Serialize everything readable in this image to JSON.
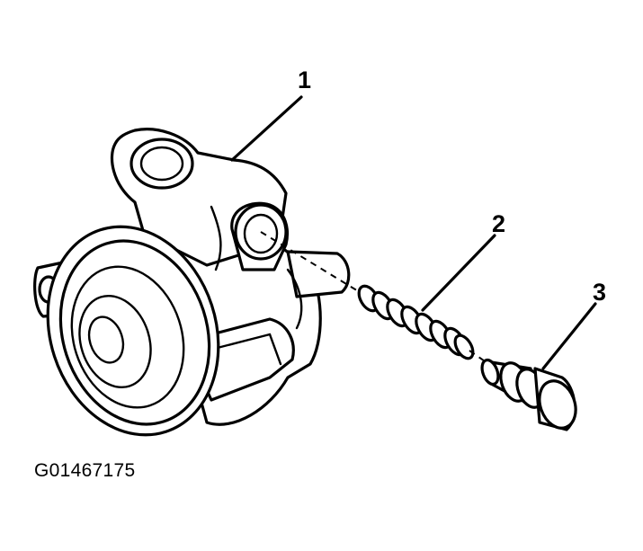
{
  "callouts": [
    {
      "number": "1"
    },
    {
      "number": "2"
    },
    {
      "number": "3"
    }
  ],
  "figure_id": "G01467175"
}
